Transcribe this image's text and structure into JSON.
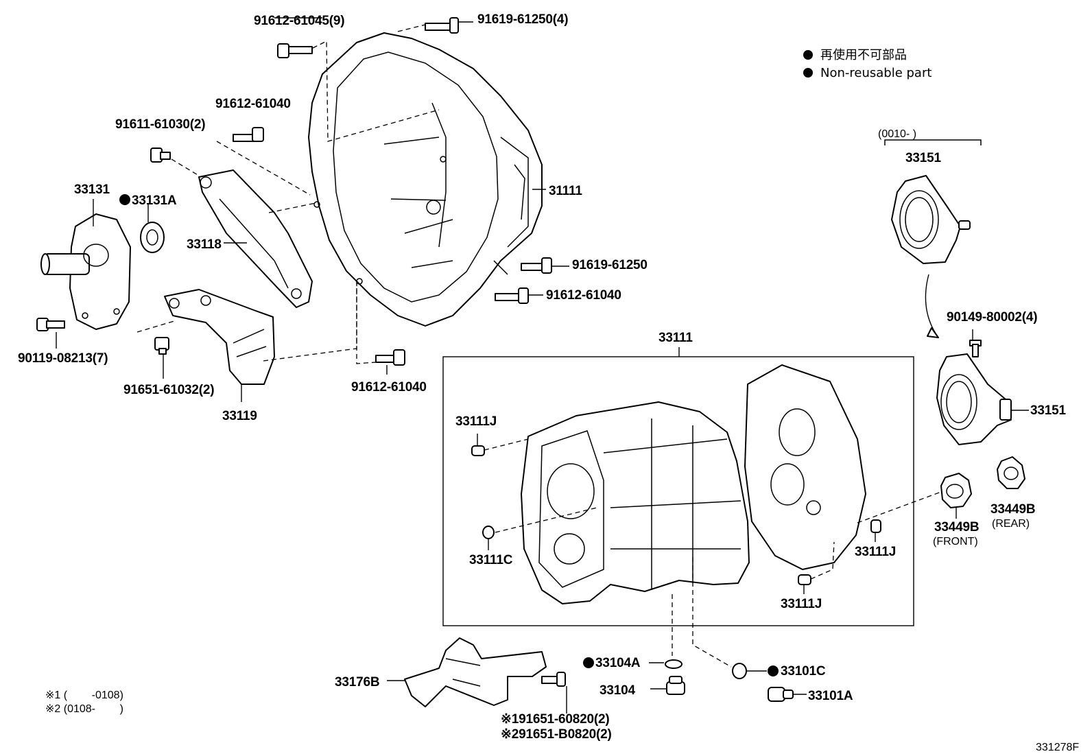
{
  "legend": {
    "line_ja": "再使用不可部品",
    "line_en": "Non-reusable part"
  },
  "diagram_code": "331278F",
  "notes": {
    "note1": "※1 (        -0108)",
    "note2": "※2 (0108-        )"
  },
  "range_label": "(0010-        )",
  "labels": {
    "b91612_61045": "91612-61045(9)",
    "b91619_61250_4": "91619-61250(4)",
    "b91612_61040_a": "91612-61040",
    "b91611_61030": "91611-61030(2)",
    "p33131": "33131",
    "p33131A": "33131A",
    "p33118": "33118",
    "p31111": "31111",
    "b91619_61250": "91619-61250",
    "b91612_61040_b": "91612-61040",
    "b90119_08213": "90119-08213(7)",
    "b91651_61032": "91651-61032(2)",
    "p33119": "33119",
    "b91612_61040_c": "91612-61040",
    "p33111_box": "33111",
    "p33111J_a": "33111J",
    "p33111C": "33111C",
    "p33111J_b": "33111J",
    "p33111J_c": "33111J",
    "p33151_top": "33151",
    "b90149_80002": "90149-80002(4)",
    "p33151_side": "33151",
    "p33449B_front": "33449B",
    "front": "(FRONT)",
    "p33449B_rear": "33449B",
    "rear": "(REAR)",
    "p33176B": "33176B",
    "p33104A": "33104A",
    "p33104": "33104",
    "p33101C": "33101C",
    "p33101A": "33101A",
    "b91651_60820": "※191651-60820(2)",
    "b91651_B0820": "※291651-B0820(2)"
  }
}
